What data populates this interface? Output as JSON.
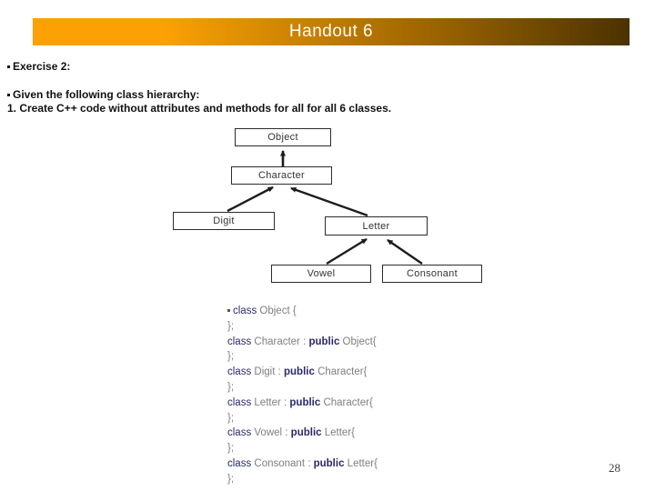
{
  "slide": {
    "title": "Handout 6",
    "page_number": "28"
  },
  "intro": {
    "exercise_label": "Exercise 2:",
    "given_label": "Given the following class hierarchy:",
    "task_label": "1. Create C++ code without attributes and methods for all for all 6 classes."
  },
  "diagram": {
    "nodes": [
      {
        "id": "object",
        "label": "Object"
      },
      {
        "id": "character",
        "label": "Character"
      },
      {
        "id": "digit",
        "label": "Digit"
      },
      {
        "id": "letter",
        "label": "Letter"
      },
      {
        "id": "vowel",
        "label": "Vowel"
      },
      {
        "id": "consonant",
        "label": "Consonant"
      }
    ],
    "edges": [
      {
        "from": "Character",
        "to": "Object"
      },
      {
        "from": "Digit",
        "to": "Character"
      },
      {
        "from": "Letter",
        "to": "Character"
      },
      {
        "from": "Vowel",
        "to": "Letter"
      },
      {
        "from": "Consonant",
        "to": "Letter"
      }
    ]
  },
  "code": {
    "lines": [
      {
        "bullet": true,
        "segments": [
          {
            "t": "class",
            "k": "keyword"
          },
          {
            "t": " Object {",
            "k": "plain"
          }
        ]
      },
      {
        "bullet": false,
        "segments": [
          {
            "t": "};",
            "k": "plain"
          }
        ]
      },
      {
        "bullet": false,
        "segments": [
          {
            "t": "class",
            "k": "keyword"
          },
          {
            "t": " Character : ",
            "k": "plain"
          },
          {
            "t": "public",
            "k": "keyword-bold"
          },
          {
            "t": " Object{",
            "k": "plain"
          }
        ]
      },
      {
        "bullet": false,
        "segments": [
          {
            "t": "};",
            "k": "plain"
          }
        ]
      },
      {
        "bullet": false,
        "segments": [
          {
            "t": "class",
            "k": "keyword"
          },
          {
            "t": " Digit : ",
            "k": "plain"
          },
          {
            "t": "public",
            "k": "keyword-bold"
          },
          {
            "t": " Character{",
            "k": "plain"
          }
        ]
      },
      {
        "bullet": false,
        "segments": [
          {
            "t": "};",
            "k": "plain"
          }
        ]
      },
      {
        "bullet": false,
        "segments": [
          {
            "t": "class",
            "k": "keyword"
          },
          {
            "t": " Letter : ",
            "k": "plain"
          },
          {
            "t": "public",
            "k": "keyword-bold"
          },
          {
            "t": " Character{",
            "k": "plain"
          }
        ]
      },
      {
        "bullet": false,
        "segments": [
          {
            "t": "};",
            "k": "plain"
          }
        ]
      },
      {
        "bullet": false,
        "segments": [
          {
            "t": "class",
            "k": "keyword"
          },
          {
            "t": " Vowel : ",
            "k": "plain"
          },
          {
            "t": "public",
            "k": "keyword-bold"
          },
          {
            "t": " Letter{",
            "k": "plain"
          }
        ]
      },
      {
        "bullet": false,
        "segments": [
          {
            "t": "};",
            "k": "plain"
          }
        ]
      },
      {
        "bullet": false,
        "segments": [
          {
            "t": "class",
            "k": "keyword"
          },
          {
            "t": " Consonant : ",
            "k": "plain"
          },
          {
            "t": "public",
            "k": "keyword-bold"
          },
          {
            "t": " Letter{",
            "k": "plain"
          }
        ]
      },
      {
        "bullet": false,
        "segments": [
          {
            "t": "};",
            "k": "plain"
          }
        ]
      }
    ]
  },
  "colors": {
    "banner_left": "#fba103",
    "banner_mid": "#9a6300",
    "banner_right": "#4a3200",
    "keyword": "#2a2a6a",
    "code_plain": "#7f7f7f",
    "arrow": "#1c1c1c"
  }
}
